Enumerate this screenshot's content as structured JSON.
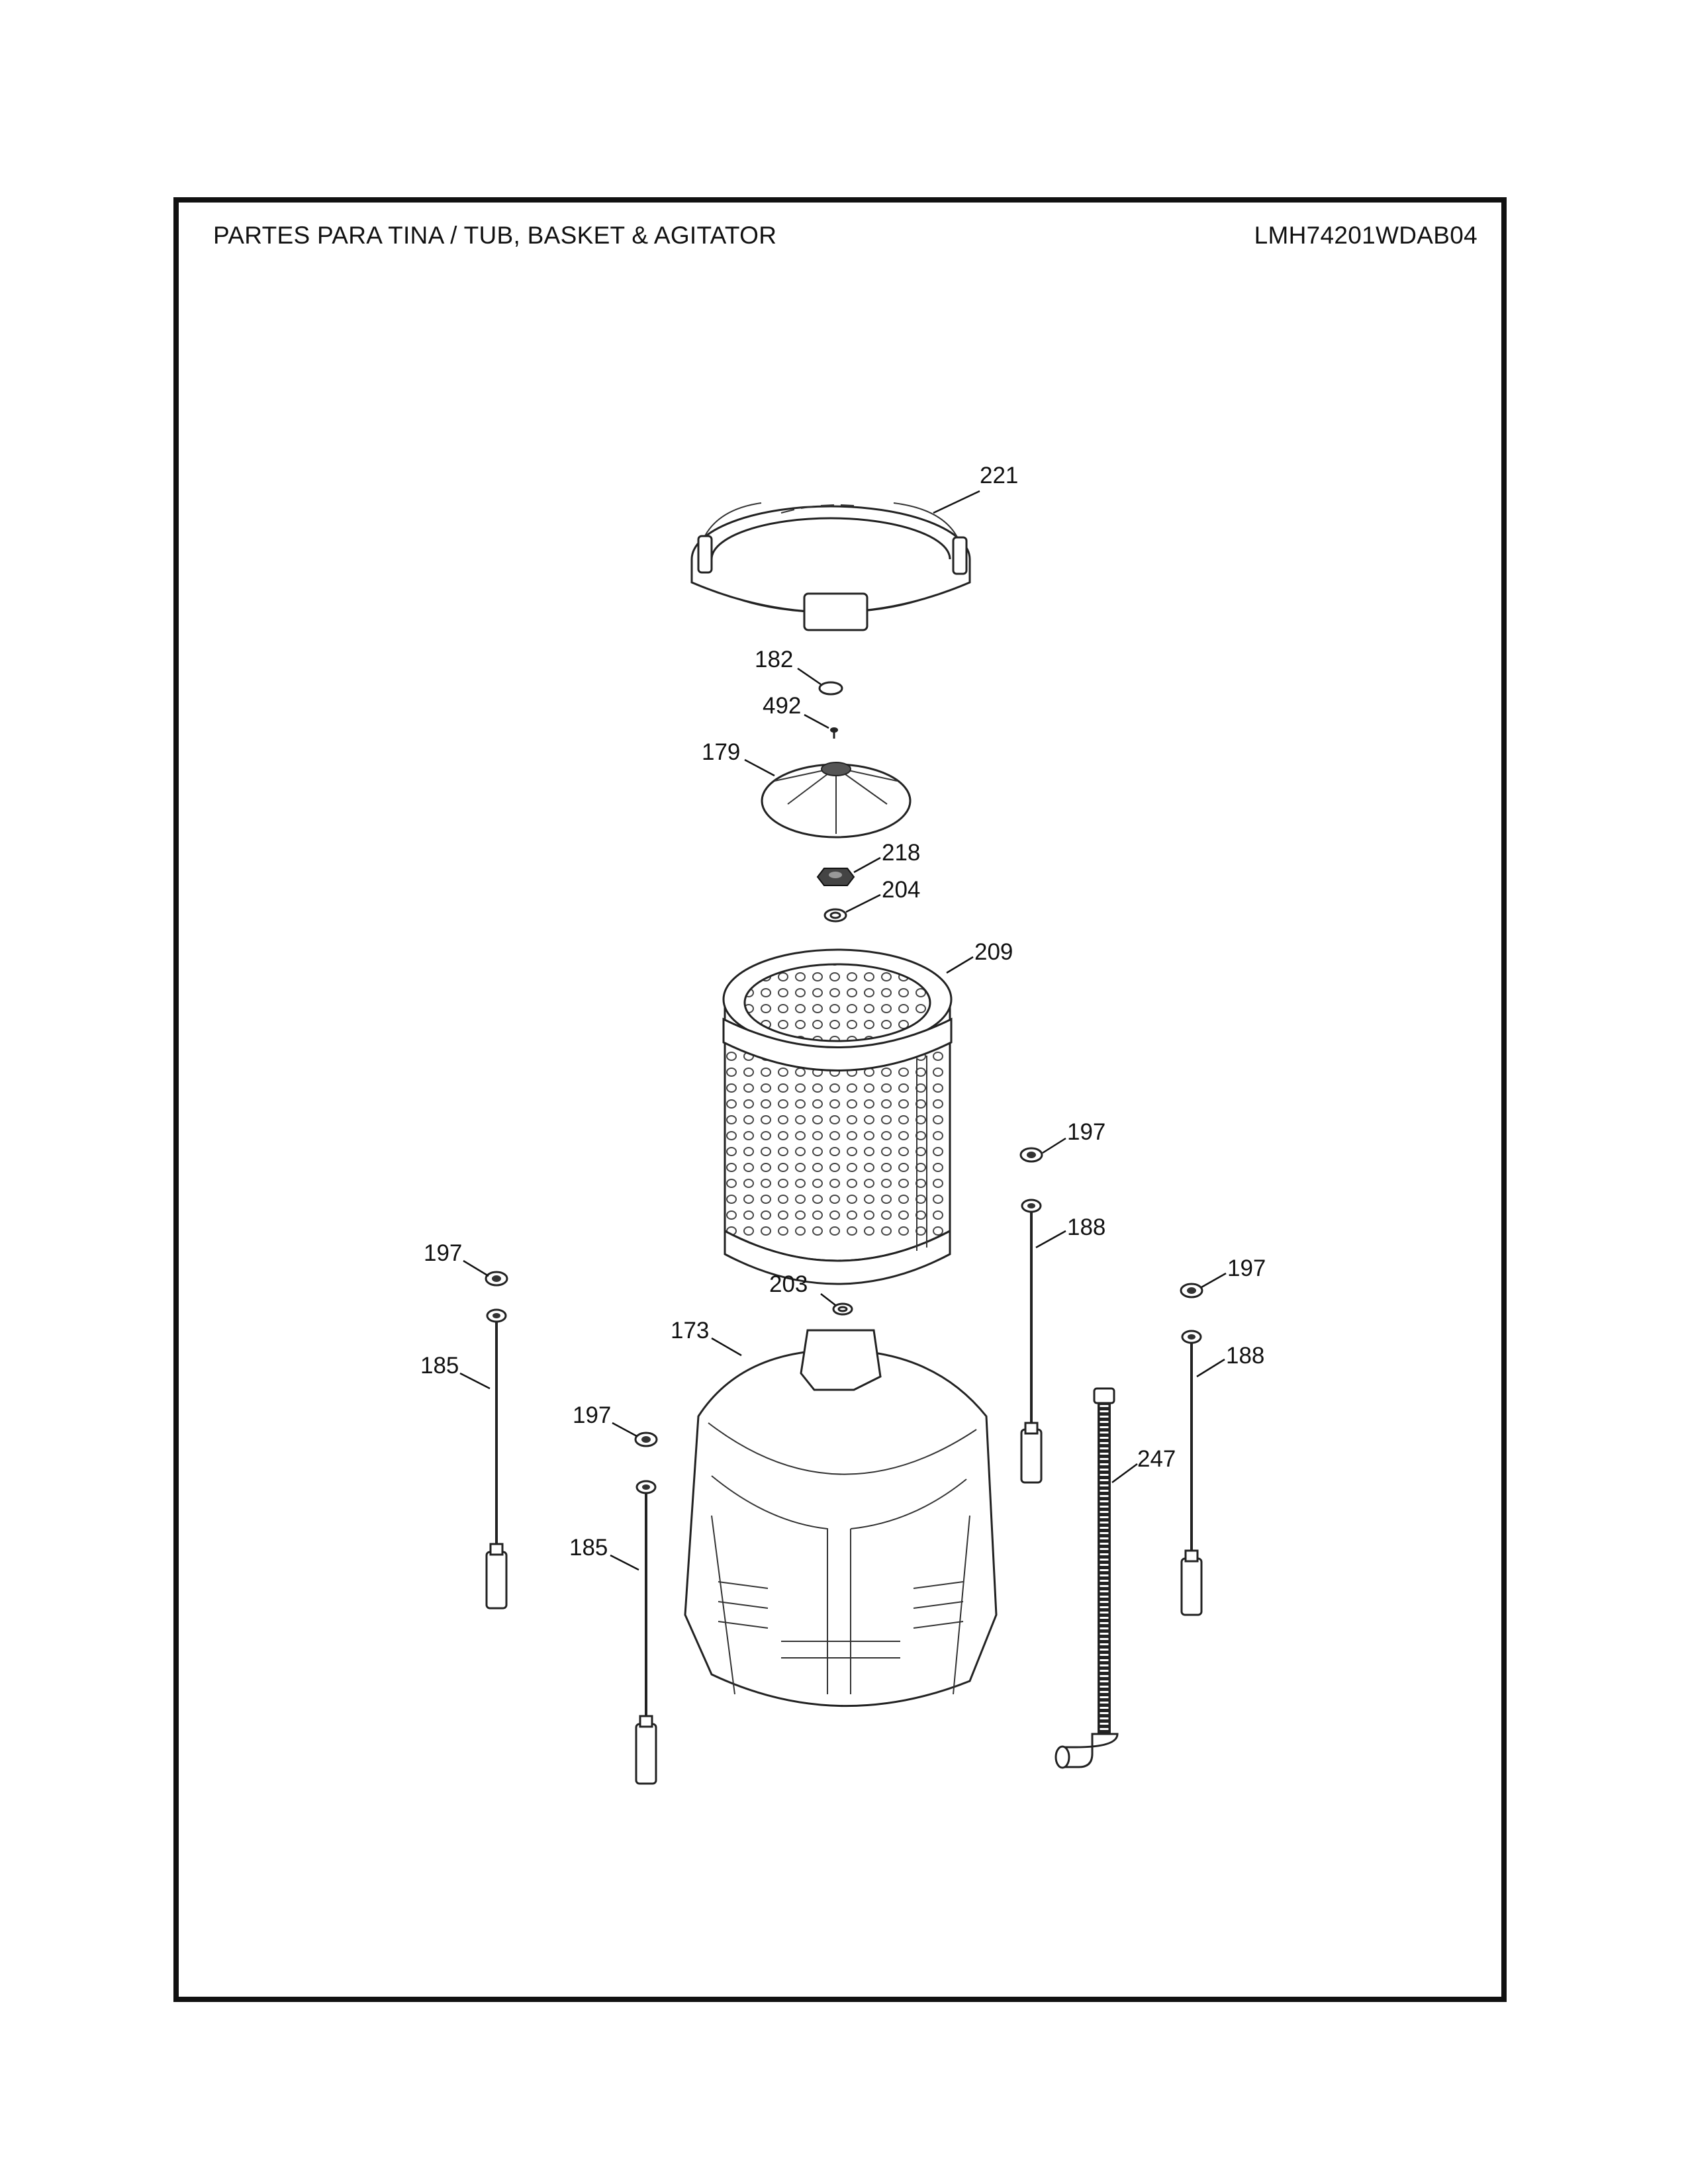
{
  "header": {
    "title": "PARTES PARA TINA  /  TUB, BASKET & AGITATOR",
    "model": "LMH74201WDAB04"
  },
  "callouts": {
    "c221": "221",
    "c182": "182",
    "c492": "492",
    "c179": "179",
    "c218": "218",
    "c204": "204",
    "c209": "209",
    "c197a": "197",
    "c188a": "188",
    "c197b": "197",
    "c197c": "197",
    "c188b": "188",
    "c203": "203",
    "c173": "173",
    "c185a": "185",
    "c197d": "197",
    "c247": "247",
    "c185b": "185"
  }
}
